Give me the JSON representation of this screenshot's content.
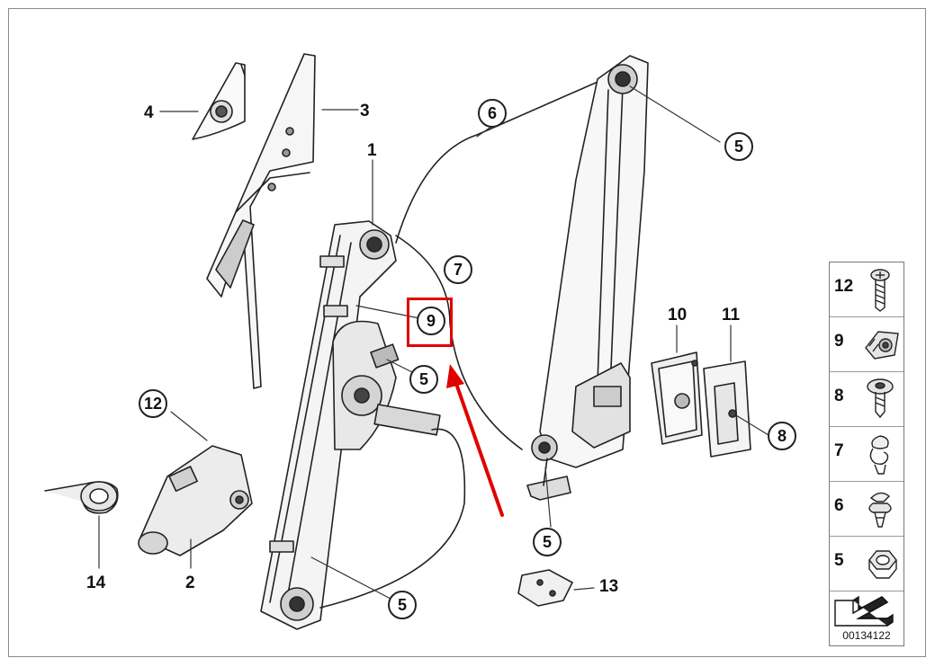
{
  "diagram": {
    "labels": {
      "l1": "1",
      "l2": "2",
      "l3": "3",
      "l4": "4",
      "l10": "10",
      "l11": "11",
      "l13": "13",
      "l14": "14"
    },
    "circled_labels": {
      "c5_top": "5",
      "c5_mid": "5",
      "c5_bottom": "5",
      "c5_lower_center": "5",
      "c6": "6",
      "c7": "7",
      "c8": "8",
      "c9": "9",
      "c12": "12"
    },
    "highlight": {
      "target": "9",
      "color": "#e00000"
    },
    "arrow": {
      "color": "#e00000",
      "points_to": "9"
    }
  },
  "legend": {
    "items": [
      {
        "num": "12",
        "icon": "screw-icon"
      },
      {
        "num": "9",
        "icon": "clip-nut-icon"
      },
      {
        "num": "8",
        "icon": "bolt-icon"
      },
      {
        "num": "7",
        "icon": "cable-clip-icon"
      },
      {
        "num": "6",
        "icon": "expanding-rivet-icon"
      },
      {
        "num": "5",
        "icon": "hex-nut-icon"
      }
    ],
    "doc_number": "00134122"
  }
}
